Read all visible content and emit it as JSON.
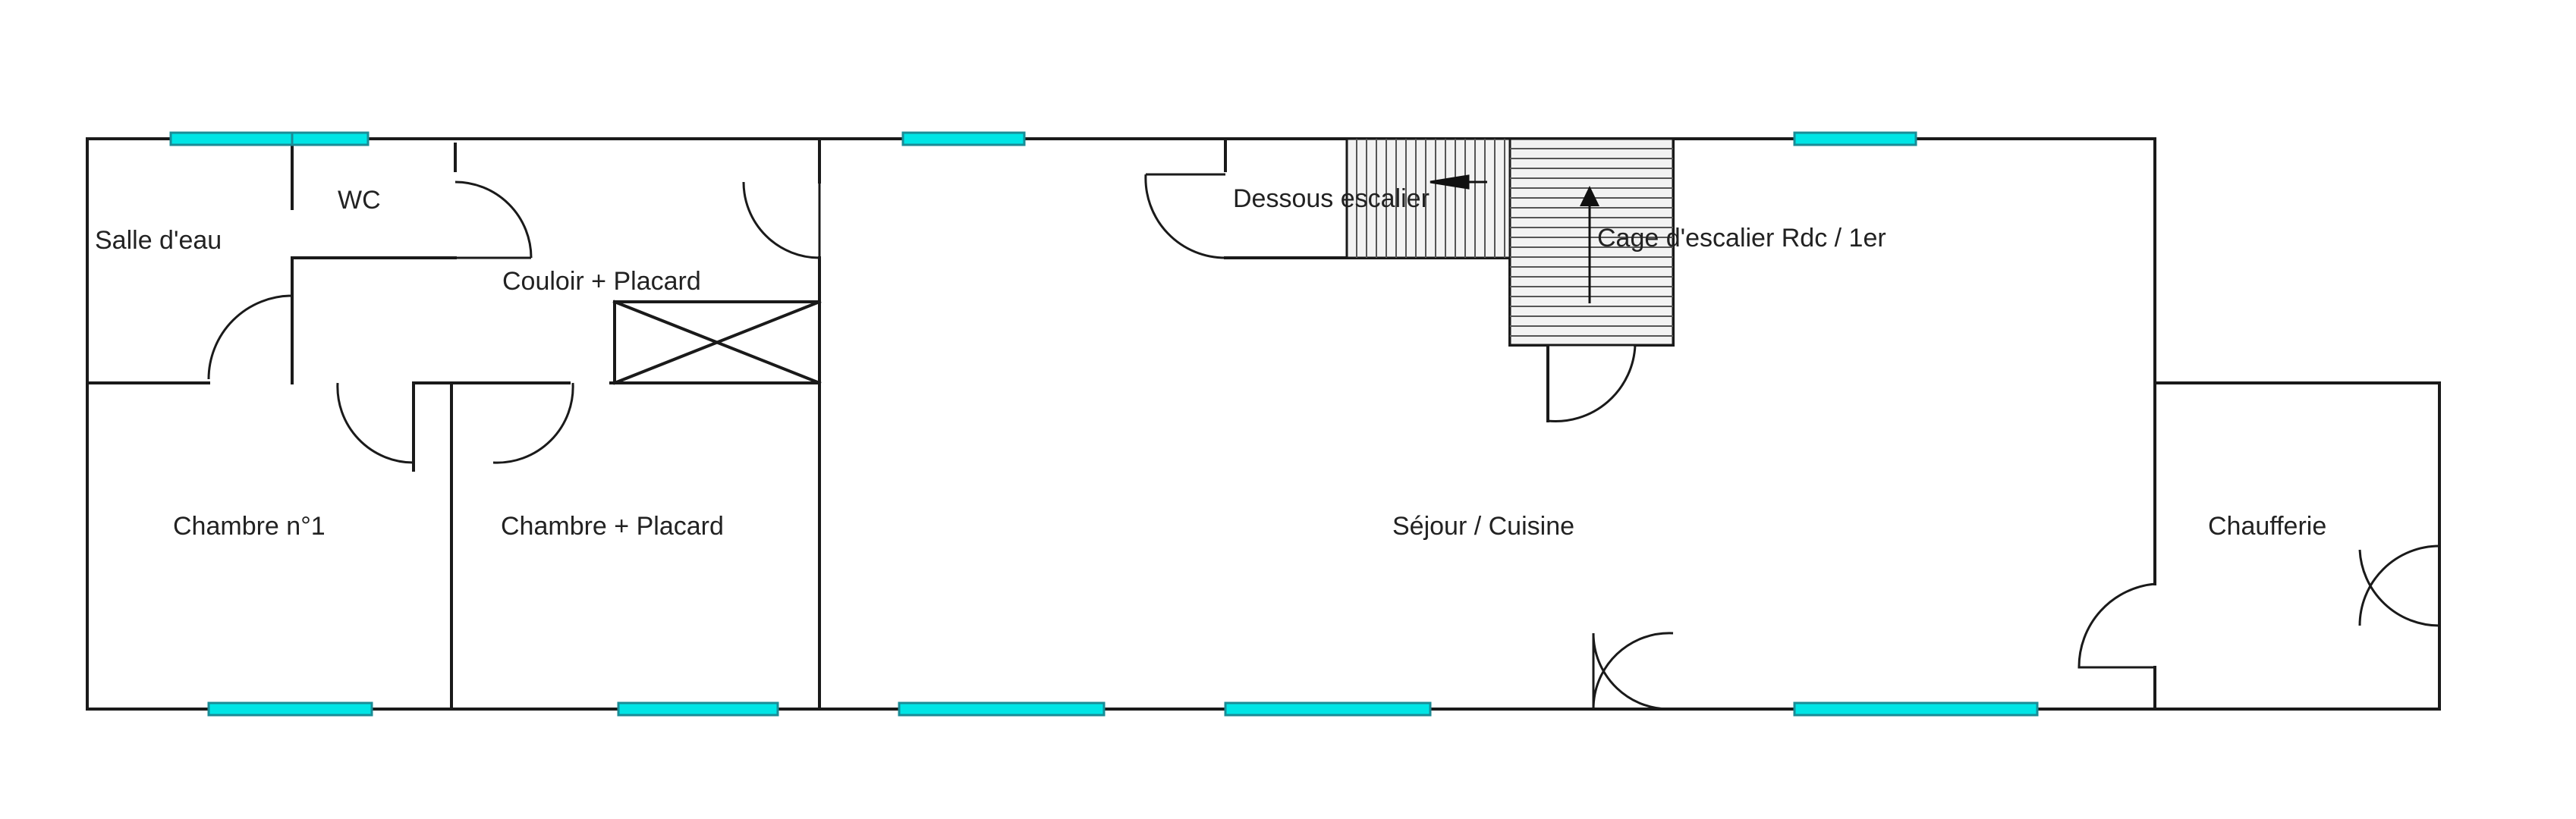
{
  "rooms": {
    "salle_deau": "Salle d'eau",
    "wc": "WC",
    "couloir": "Couloir + Placard",
    "dessous_escalier": "Dessous escalier",
    "cage_escalier": "Cage d'escalier Rdc / 1er",
    "chambre_1": "Chambre n°1",
    "chambre_placard": "Chambre + Placard",
    "sejour_cuisine": "Séjour / Cuisine",
    "chaufferie": "Chaufferie"
  },
  "colors": {
    "wall": "#1a1a1a",
    "window": "#00e5e5",
    "background": "#ffffff"
  }
}
